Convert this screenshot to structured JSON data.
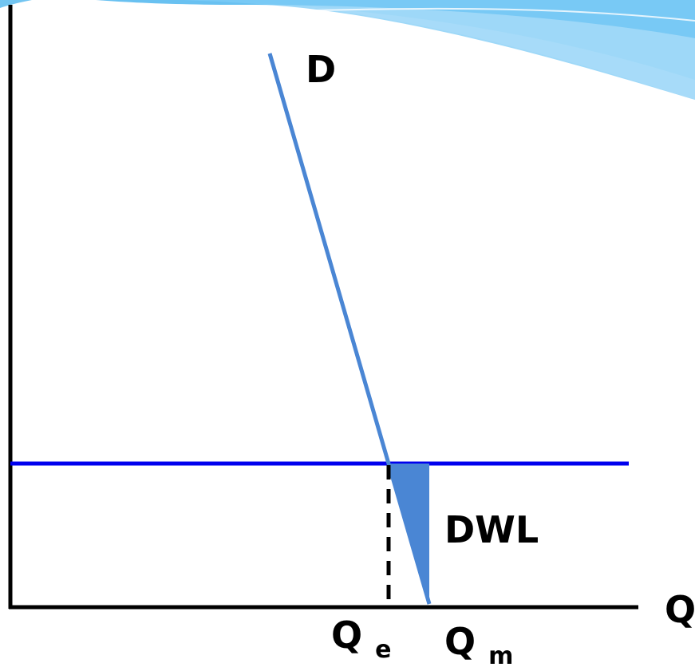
{
  "labels": {
    "demand": "D",
    "deadweight_loss": "DWL",
    "x_axis": "Q",
    "q_equilibrium_main": "Q",
    "q_equilibrium_sub": "e",
    "q_monopoly_main": "Q",
    "q_monopoly_sub": "m"
  },
  "colors": {
    "background_swoosh_light": "#a7dcf8",
    "background_swoosh_mid": "#7ecbf5",
    "background_swoosh_dark": "#4fb6ee",
    "demand_line": "#4a86d4",
    "price_line": "#0000ee",
    "dwl_fill": "#4a86d4",
    "axes": "#000000"
  }
}
